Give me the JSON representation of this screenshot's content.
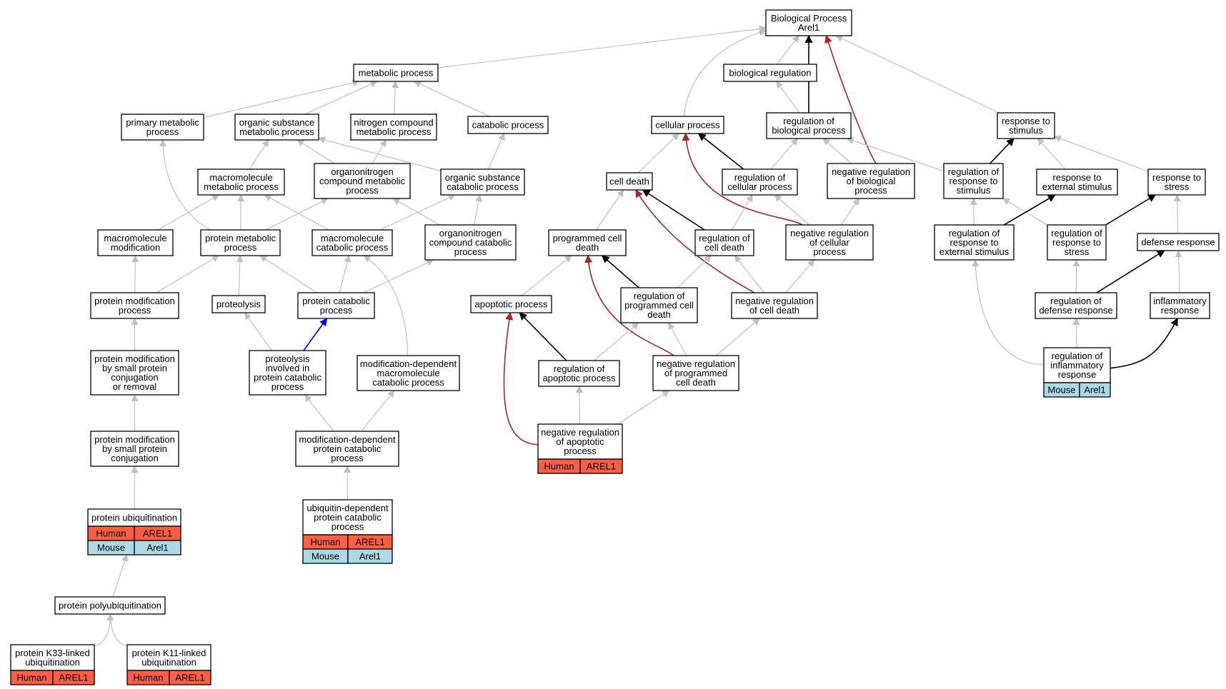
{
  "colors": {
    "edge_gray": "#c0c0c0",
    "edge_black": "#000000",
    "edge_red": "#b22222",
    "edge_blue": "#0000ff",
    "human_fill": "#fa5e43",
    "mouse_fill": "#add8e6"
  },
  "nodes": [
    {
      "id": "root",
      "lines": [
        "Biological Process",
        "Arel1"
      ]
    },
    {
      "id": "metabolic",
      "lines": [
        "metabolic process"
      ]
    },
    {
      "id": "bioreg",
      "lines": [
        "biological regulation"
      ]
    },
    {
      "id": "primary",
      "lines": [
        "primary metabolic",
        "process"
      ]
    },
    {
      "id": "organic_sub",
      "lines": [
        "organic substance",
        "metabolic process"
      ]
    },
    {
      "id": "nitrogen",
      "lines": [
        "nitrogen compound",
        "metabolic process"
      ]
    },
    {
      "id": "catabolic",
      "lines": [
        "catabolic process"
      ]
    },
    {
      "id": "cellular",
      "lines": [
        "cellular process"
      ]
    },
    {
      "id": "regbio",
      "lines": [
        "regulation of",
        "biological process"
      ]
    },
    {
      "id": "resp_stim",
      "lines": [
        "response to",
        "stimulus"
      ]
    },
    {
      "id": "macro_met",
      "lines": [
        "macromolecule",
        "metabolic process"
      ]
    },
    {
      "id": "orgnit_met",
      "lines": [
        "organonitrogen",
        "compound metabolic",
        "process"
      ]
    },
    {
      "id": "orgsub_cat",
      "lines": [
        "organic substance",
        "catabolic process"
      ]
    },
    {
      "id": "cell_death",
      "lines": [
        "cell death"
      ]
    },
    {
      "id": "reg_cell",
      "lines": [
        "regulation of",
        "cellular process"
      ]
    },
    {
      "id": "neg_bio",
      "lines": [
        "negative regulation",
        "of biological",
        "process"
      ]
    },
    {
      "id": "reg_resp_stim",
      "lines": [
        "regulation of",
        "response to",
        "stimulus"
      ]
    },
    {
      "id": "resp_ext",
      "lines": [
        "response to",
        "external stimulus"
      ]
    },
    {
      "id": "resp_stress",
      "lines": [
        "response to",
        "stress"
      ]
    },
    {
      "id": "macro_mod",
      "lines": [
        "macromolecule",
        "modification"
      ]
    },
    {
      "id": "prot_met",
      "lines": [
        "protein metabolic",
        "process"
      ]
    },
    {
      "id": "macro_cat",
      "lines": [
        "macromolecule",
        "catabolic process"
      ]
    },
    {
      "id": "orgnit_cat",
      "lines": [
        "organonitrogen",
        "compound catabolic",
        "process"
      ]
    },
    {
      "id": "prog_death",
      "lines": [
        "programmed cell",
        "death"
      ]
    },
    {
      "id": "reg_death",
      "lines": [
        "regulation of",
        "cell death"
      ]
    },
    {
      "id": "neg_cell",
      "lines": [
        "negative regulation",
        "of cellular",
        "process"
      ]
    },
    {
      "id": "reg_resp_ext",
      "lines": [
        "regulation of",
        "response to",
        "external stimulus"
      ]
    },
    {
      "id": "reg_resp_stress",
      "lines": [
        "regulation of",
        "response to",
        "stress"
      ]
    },
    {
      "id": "defense",
      "lines": [
        "defense response"
      ]
    },
    {
      "id": "prot_mod",
      "lines": [
        "protein modification",
        "process"
      ]
    },
    {
      "id": "proteolysis",
      "lines": [
        "proteolysis"
      ]
    },
    {
      "id": "prot_cat",
      "lines": [
        "protein catabolic",
        "process"
      ]
    },
    {
      "id": "apoptotic",
      "lines": [
        "apoptotic process"
      ]
    },
    {
      "id": "reg_prog",
      "lines": [
        "regulation of",
        "programmed cell",
        "death"
      ]
    },
    {
      "id": "neg_death",
      "lines": [
        "negative regulation",
        "of cell death"
      ]
    },
    {
      "id": "reg_defense",
      "lines": [
        "regulation of",
        "defense response"
      ]
    },
    {
      "id": "inflam",
      "lines": [
        "inflammatory",
        "response"
      ]
    },
    {
      "id": "prot_mod_small",
      "lines": [
        "protein modification",
        "by small protein",
        "conjugation",
        "or removal"
      ]
    },
    {
      "id": "proteolysis_cat",
      "lines": [
        "proteolysis",
        "involved in",
        "protein catabolic",
        "process"
      ]
    },
    {
      "id": "moddep_macro",
      "lines": [
        "modification-dependent",
        "macromolecule",
        "catabolic process"
      ]
    },
    {
      "id": "reg_apop",
      "lines": [
        "regulation of",
        "apoptotic process"
      ]
    },
    {
      "id": "neg_prog",
      "lines": [
        "negative regulation",
        "of programmed",
        "cell death"
      ]
    },
    {
      "id": "reg_inflam",
      "lines": [
        "regulation of",
        "inflammatory",
        "response"
      ],
      "table": [
        [
          "Mouse",
          "Arel1"
        ]
      ]
    },
    {
      "id": "prot_mod_conj",
      "lines": [
        "protein modification",
        "by small protein",
        "conjugation"
      ]
    },
    {
      "id": "moddep_prot",
      "lines": [
        "modification-dependent",
        "protein catabolic",
        "process"
      ]
    },
    {
      "id": "neg_apop",
      "lines": [
        "negative regulation",
        "of apoptotic",
        "process"
      ],
      "table": [
        [
          "Human",
          "AREL1"
        ]
      ]
    },
    {
      "id": "prot_ubiq",
      "lines": [
        "protein ubiquitination"
      ],
      "table": [
        [
          "Human",
          "AREL1"
        ],
        [
          "Mouse",
          "Arel1"
        ]
      ]
    },
    {
      "id": "ubiq_dep",
      "lines": [
        "ubiquitin-dependent",
        "protein catabolic",
        "process"
      ],
      "table": [
        [
          "Human",
          "AREL1"
        ],
        [
          "Mouse",
          "Arel1"
        ]
      ]
    },
    {
      "id": "polyubiq",
      "lines": [
        "protein polyubiquitination"
      ]
    },
    {
      "id": "k33",
      "lines": [
        "protein K33-linked",
        "ubiquitination"
      ],
      "table": [
        [
          "Human",
          "AREL1"
        ]
      ]
    },
    {
      "id": "k11",
      "lines": [
        "protein K11-linked",
        "ubiquitination"
      ],
      "table": [
        [
          "Human",
          "AREL1"
        ]
      ]
    }
  ],
  "edges": [
    {
      "from": "metabolic",
      "to": "root",
      "color": "gray"
    },
    {
      "from": "bioreg",
      "to": "root",
      "color": "gray"
    },
    {
      "from": "cellular",
      "to": "root",
      "color": "gray"
    },
    {
      "from": "regbio",
      "to": "root",
      "color": "black"
    },
    {
      "from": "neg_bio",
      "to": "root",
      "color": "red"
    },
    {
      "from": "resp_stim",
      "to": "root",
      "color": "gray"
    },
    {
      "from": "primary",
      "to": "metabolic",
      "color": "gray"
    },
    {
      "from": "organic_sub",
      "to": "metabolic",
      "color": "gray"
    },
    {
      "from": "nitrogen",
      "to": "metabolic",
      "color": "gray"
    },
    {
      "from": "catabolic",
      "to": "metabolic",
      "color": "gray"
    },
    {
      "from": "regbio",
      "to": "bioreg",
      "color": "gray"
    },
    {
      "from": "macro_met",
      "to": "organic_sub",
      "color": "gray"
    },
    {
      "from": "orgnit_met",
      "to": "organic_sub",
      "color": "gray"
    },
    {
      "from": "orgsub_cat",
      "to": "organic_sub",
      "color": "gray"
    },
    {
      "from": "orgnit_met",
      "to": "nitrogen",
      "color": "gray"
    },
    {
      "from": "orgsub_cat",
      "to": "catabolic",
      "color": "gray"
    },
    {
      "from": "cell_death",
      "to": "cellular",
      "color": "gray"
    },
    {
      "from": "reg_cell",
      "to": "cellular",
      "color": "black"
    },
    {
      "from": "neg_cell",
      "to": "cellular",
      "color": "red"
    },
    {
      "from": "reg_cell",
      "to": "regbio",
      "color": "gray"
    },
    {
      "from": "neg_bio",
      "to": "regbio",
      "color": "gray"
    },
    {
      "from": "reg_resp_stim",
      "to": "regbio",
      "color": "gray"
    },
    {
      "from": "reg_resp_stim",
      "to": "resp_stim",
      "color": "black"
    },
    {
      "from": "resp_ext",
      "to": "resp_stim",
      "color": "gray"
    },
    {
      "from": "resp_stress",
      "to": "resp_stim",
      "color": "gray"
    },
    {
      "from": "macro_mod",
      "to": "macro_met",
      "color": "gray"
    },
    {
      "from": "prot_met",
      "to": "macro_met",
      "color": "gray"
    },
    {
      "from": "macro_cat",
      "to": "macro_met",
      "color": "gray"
    },
    {
      "from": "prot_met",
      "to": "orgnit_met",
      "color": "gray"
    },
    {
      "from": "orgnit_cat",
      "to": "orgnit_met",
      "color": "gray"
    },
    {
      "from": "macro_cat",
      "to": "orgsub_cat",
      "color": "gray"
    },
    {
      "from": "orgnit_cat",
      "to": "orgsub_cat",
      "color": "gray"
    },
    {
      "from": "prot_met",
      "to": "primary",
      "color": "gray"
    },
    {
      "from": "prog_death",
      "to": "cell_death",
      "color": "gray"
    },
    {
      "from": "reg_death",
      "to": "cell_death",
      "color": "black"
    },
    {
      "from": "neg_death",
      "to": "cell_death",
      "color": "red"
    },
    {
      "from": "reg_death",
      "to": "reg_cell",
      "color": "gray"
    },
    {
      "from": "neg_cell",
      "to": "reg_cell",
      "color": "gray"
    },
    {
      "from": "neg_cell",
      "to": "neg_bio",
      "color": "gray"
    },
    {
      "from": "reg_resp_ext",
      "to": "reg_resp_stim",
      "color": "gray"
    },
    {
      "from": "reg_resp_stress",
      "to": "reg_resp_stim",
      "color": "gray"
    },
    {
      "from": "reg_resp_ext",
      "to": "resp_ext",
      "color": "black"
    },
    {
      "from": "reg_resp_stress",
      "to": "resp_stress",
      "color": "black"
    },
    {
      "from": "defense",
      "to": "resp_stress",
      "color": "gray"
    },
    {
      "from": "prot_mod",
      "to": "macro_mod",
      "color": "gray"
    },
    {
      "from": "prot_mod",
      "to": "prot_met",
      "color": "gray"
    },
    {
      "from": "proteolysis",
      "to": "prot_met",
      "color": "gray"
    },
    {
      "from": "prot_cat",
      "to": "prot_met",
      "color": "gray"
    },
    {
      "from": "prot_cat",
      "to": "macro_cat",
      "color": "gray"
    },
    {
      "from": "prot_cat",
      "to": "orgnit_cat",
      "color": "gray"
    },
    {
      "from": "moddep_macro",
      "to": "macro_cat",
      "color": "gray"
    },
    {
      "from": "apoptotic",
      "to": "prog_death",
      "color": "gray"
    },
    {
      "from": "reg_prog",
      "to": "prog_death",
      "color": "black"
    },
    {
      "from": "neg_prog",
      "to": "prog_death",
      "color": "red"
    },
    {
      "from": "reg_prog",
      "to": "reg_death",
      "color": "gray"
    },
    {
      "from": "neg_death",
      "to": "reg_death",
      "color": "gray"
    },
    {
      "from": "neg_death",
      "to": "neg_cell",
      "color": "gray"
    },
    {
      "from": "reg_inflam",
      "to": "reg_resp_ext",
      "color": "gray"
    },
    {
      "from": "reg_defense",
      "to": "reg_resp_stress",
      "color": "gray"
    },
    {
      "from": "reg_defense",
      "to": "defense",
      "color": "black"
    },
    {
      "from": "inflam",
      "to": "defense",
      "color": "gray"
    },
    {
      "from": "prot_mod_small",
      "to": "prot_mod",
      "color": "gray"
    },
    {
      "from": "proteolysis_cat",
      "to": "proteolysis",
      "color": "gray"
    },
    {
      "from": "proteolysis_cat",
      "to": "prot_cat",
      "color": "blue"
    },
    {
      "from": "reg_apop",
      "to": "apoptotic",
      "color": "black"
    },
    {
      "from": "neg_apop",
      "to": "apoptotic",
      "color": "red"
    },
    {
      "from": "reg_apop",
      "to": "reg_prog",
      "color": "gray"
    },
    {
      "from": "neg_prog",
      "to": "reg_prog",
      "color": "gray"
    },
    {
      "from": "neg_prog",
      "to": "neg_death",
      "color": "gray"
    },
    {
      "from": "reg_inflam",
      "to": "reg_defense",
      "color": "gray"
    },
    {
      "from": "reg_inflam",
      "to": "inflam",
      "color": "black"
    },
    {
      "from": "prot_mod_conj",
      "to": "prot_mod_small",
      "color": "gray"
    },
    {
      "from": "moddep_prot",
      "to": "proteolysis_cat",
      "color": "gray"
    },
    {
      "from": "moddep_prot",
      "to": "moddep_macro",
      "color": "gray"
    },
    {
      "from": "neg_apop",
      "to": "reg_apop",
      "color": "gray"
    },
    {
      "from": "neg_apop",
      "to": "neg_prog",
      "color": "gray"
    },
    {
      "from": "prot_ubiq",
      "to": "prot_mod_conj",
      "color": "gray"
    },
    {
      "from": "ubiq_dep",
      "to": "moddep_prot",
      "color": "gray"
    },
    {
      "from": "polyubiq",
      "to": "prot_ubiq",
      "color": "gray"
    },
    {
      "from": "k33",
      "to": "polyubiq",
      "color": "gray"
    },
    {
      "from": "k11",
      "to": "polyubiq",
      "color": "gray"
    }
  ]
}
